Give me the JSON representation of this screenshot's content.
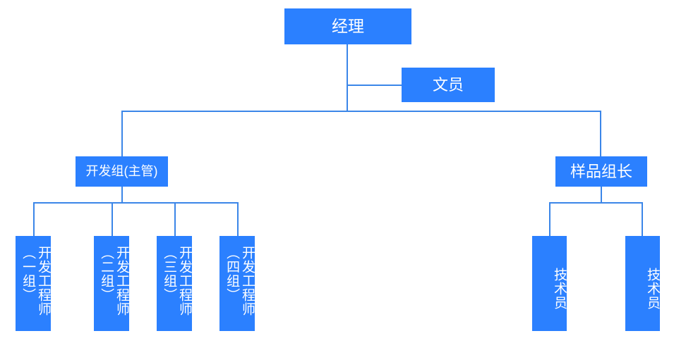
{
  "chart_data": {
    "type": "diagram",
    "diagram_kind": "organization-chart",
    "title": "",
    "orientation": "top-down",
    "accent_color": "#2b80ff",
    "line_color": "#3b86e8",
    "text_color": "#ffffff",
    "background_color": "#ffffff",
    "nodes": [
      {
        "id": "manager",
        "label": "经理",
        "level": 0,
        "text_orientation": "horizontal"
      },
      {
        "id": "clerk",
        "label": "文员",
        "level": 1,
        "text_orientation": "horizontal"
      },
      {
        "id": "dev_lead",
        "label": "开发组(主管)",
        "level": 1,
        "text_orientation": "horizontal"
      },
      {
        "id": "sample_lead",
        "label": "样品组长",
        "level": 1,
        "text_orientation": "horizontal"
      },
      {
        "id": "eng_1",
        "label": "开发工程师（一组）",
        "level": 2,
        "text_orientation": "vertical"
      },
      {
        "id": "eng_2",
        "label": "开发工程师（二组）",
        "level": 2,
        "text_orientation": "vertical"
      },
      {
        "id": "eng_3",
        "label": "开发工程师（三组）",
        "level": 2,
        "text_orientation": "vertical"
      },
      {
        "id": "eng_4",
        "label": "开发工程师（四组）",
        "level": 2,
        "text_orientation": "vertical"
      },
      {
        "id": "tech_1",
        "label": "技术员",
        "level": 2,
        "text_orientation": "vertical"
      },
      {
        "id": "tech_2",
        "label": "技术员",
        "level": 2,
        "text_orientation": "vertical"
      }
    ],
    "edges": [
      {
        "from": "manager",
        "to": "clerk"
      },
      {
        "from": "manager",
        "to": "dev_lead"
      },
      {
        "from": "manager",
        "to": "sample_lead"
      },
      {
        "from": "dev_lead",
        "to": "eng_1"
      },
      {
        "from": "dev_lead",
        "to": "eng_2"
      },
      {
        "from": "dev_lead",
        "to": "eng_3"
      },
      {
        "from": "dev_lead",
        "to": "eng_4"
      },
      {
        "from": "sample_lead",
        "to": "tech_1"
      },
      {
        "from": "sample_lead",
        "to": "tech_2"
      }
    ]
  },
  "chart": {
    "nodes": {
      "manager": {
        "label": "经理"
      },
      "clerk": {
        "label": "文员"
      },
      "dev_lead": {
        "label": "开发组(主管)"
      },
      "sample_lead": {
        "label": "样品组长"
      },
      "eng_1": {
        "label": "开发工程师（一组）"
      },
      "eng_2": {
        "label": "开发工程师（二组）"
      },
      "eng_3": {
        "label": "开发工程师（三组）"
      },
      "eng_4": {
        "label": "开发工程师（四组）"
      },
      "tech_1": {
        "label": "技术员"
      },
      "tech_2": {
        "label": "技术员"
      }
    }
  }
}
